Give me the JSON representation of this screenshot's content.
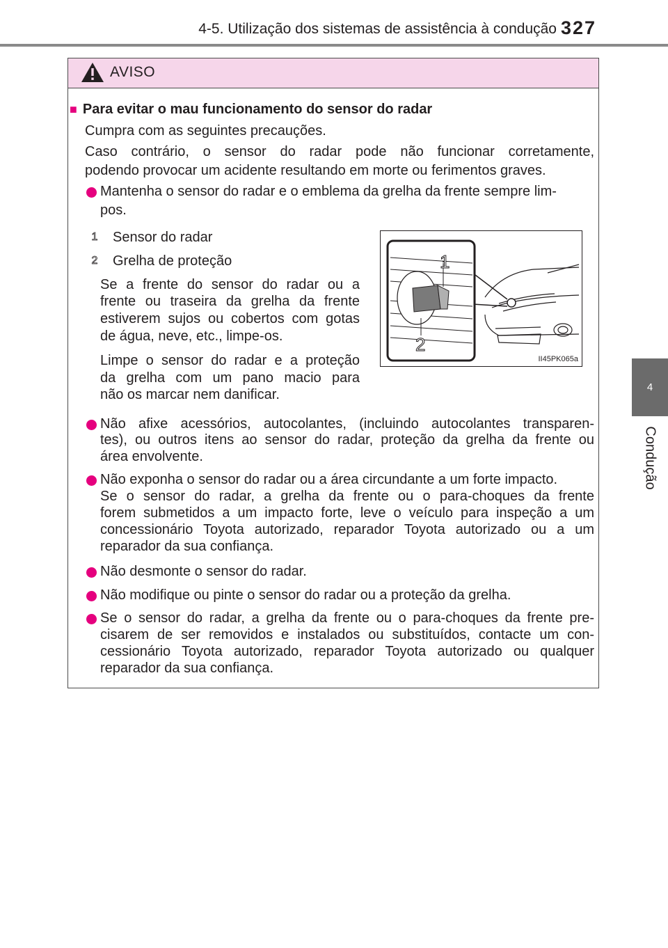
{
  "header": {
    "section_title": "4-5. Utilização dos sistemas de assistência à condução",
    "page_number": "327"
  },
  "side_tab": {
    "number": "4",
    "label": "Condução"
  },
  "warning": {
    "title": "AVISO",
    "section_heading": "Para evitar o mau funcionamento do sensor do radar",
    "intro_lines": [
      "Cumpra com as seguintes precauções.",
      "Caso contrário, o sensor do radar pode não funcionar corretamente,",
      "podendo provocar um acidente resultando em morte ou ferimentos graves."
    ],
    "bullet1_lines": [
      "Mantenha o sensor do radar e o emblema da grelha da frente sempre lim-",
      "pos."
    ],
    "callouts": [
      {
        "number": "1",
        "label": "Sensor do radar"
      },
      {
        "number": "2",
        "label": "Grelha de proteção"
      }
    ],
    "para_dirty_lines": [
      "Se a frente do sensor do radar ou a",
      "frente ou traseira da grelha da frente",
      "estiverem sujos ou cobertos com gotas",
      "de água, neve, etc., limpe-os."
    ],
    "para_clean_lines": [
      "Limpe o sensor do radar e a proteção",
      "da grelha com um pano macio para",
      "não os marcar nem danificar."
    ],
    "figure_code": "II45PK065a",
    "figure_callouts": [
      "1",
      "2"
    ],
    "bullet2_lines": [
      "Não afixe acessórios, autocolantes, (incluindo autocolantes transparen-",
      "tes), ou outros itens ao sensor do radar, proteção da grelha da frente ou",
      "área envolvente."
    ],
    "bullet3_lines": [
      "Não exponha o sensor do radar ou a área circundante a um forte impacto.",
      "Se o sensor do radar, a grelha da frente ou o para-choques da frente",
      "forem submetidos a um impacto forte, leve o veículo para inspeção a um",
      "concessionário Toyota autorizado, reparador Toyota autorizado ou a um",
      "reparador da sua confiança."
    ],
    "bullet4": "Não desmonte o sensor do radar.",
    "bullet5": "Não modifique ou pinte o sensor do radar ou a proteção da grelha.",
    "bullet6_lines": [
      "Se o sensor do radar, a grelha da frente ou o para-choques da frente pre-",
      "cisarem de ser removidos e instalados ou substituídos, contacte um con-",
      "cessionário Toyota autorizado, reparador Toyota autorizado ou qualquer",
      "reparador da sua confiança."
    ]
  },
  "colors": {
    "accent": "#e5007e",
    "warning_header": "#f6d6ea",
    "tab": "#6b6b6b"
  },
  "icons": [
    "warning-triangle-icon",
    "bullet-dot-icon",
    "square-bullet-icon",
    "callout-number-icon"
  ]
}
